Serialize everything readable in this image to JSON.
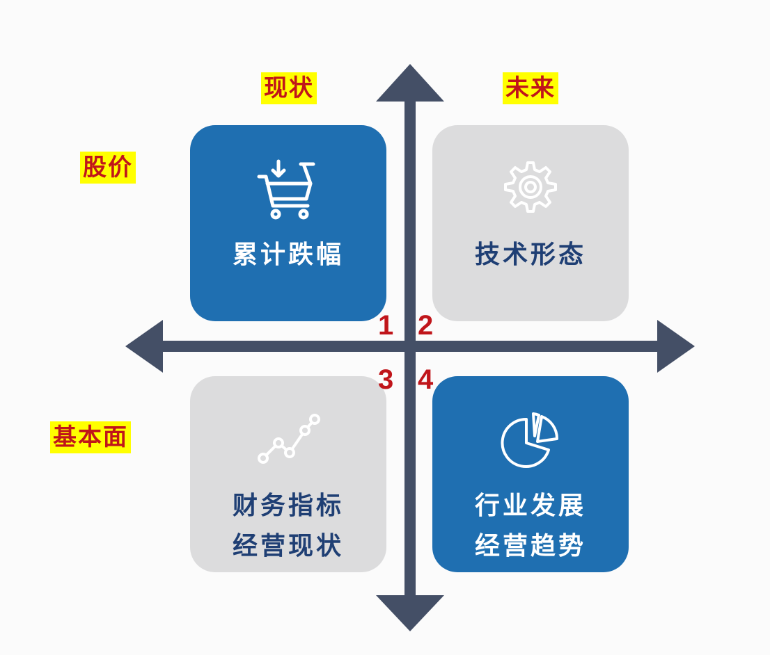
{
  "labels": {
    "current": "现状",
    "future": "未来",
    "price": "股价",
    "fundamentals": "基本面"
  },
  "quadrants": [
    {
      "number": "1",
      "lines": [
        "累计跌幅"
      ],
      "icon": "shopping-cart-icon",
      "style": "blue"
    },
    {
      "number": "2",
      "lines": [
        "技术形态"
      ],
      "icon": "gear-icon",
      "style": "gray"
    },
    {
      "number": "3",
      "lines": [
        "财务指标",
        "经营现状"
      ],
      "icon": "trend-line-icon",
      "style": "gray"
    },
    {
      "number": "4",
      "lines": [
        "行业发展",
        "经营趋势"
      ],
      "icon": "pie-chart-icon",
      "style": "blue"
    }
  ],
  "colors": {
    "blue_tile": "#1f6fb1",
    "gray_tile": "#dcdcdd",
    "dark_text": "#1f3f74",
    "axis": "#444f66",
    "label_text": "#c0151a",
    "label_bg": "#ffff00"
  }
}
